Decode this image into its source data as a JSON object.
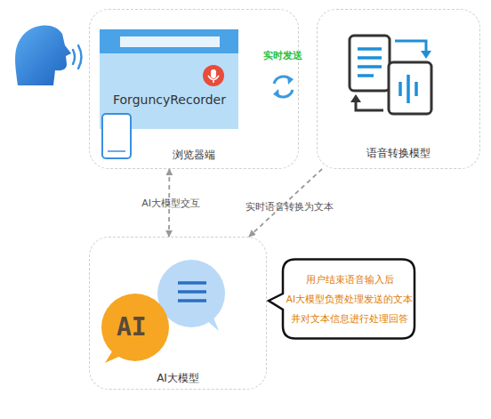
{
  "diagram": {
    "nodes": [
      {
        "text": [
          "浏览器端"
        ]
      },
      {
        "text": [
          "语音转换模型"
        ]
      },
      {
        "text": [
          "AI大模型"
        ]
      },
      {
        "text": [
          "用户结束语音输入后 AI大模型负责处理发送的文本 并对文本信息进行处理回答"
        ]
      }
    ],
    "edges": [
      {
        "from": 0,
        "to": 2,
        "label": "AI大模型交互",
        "arrow": "both"
      },
      {
        "from": 1,
        "to": 2,
        "label": "实时语音转换为文本",
        "arrow": "to"
      }
    ],
    "labels": [
      "实时发送",
      "ForguncyRecorder",
      "AI"
    ]
  }
}
